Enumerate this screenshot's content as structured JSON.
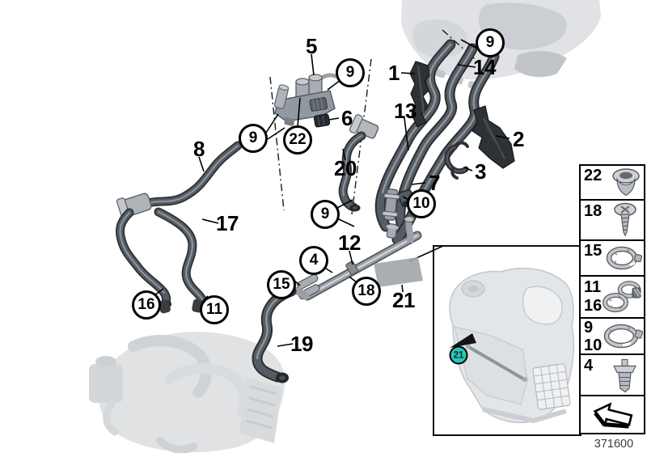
{
  "diagram_number": "371600",
  "colors": {
    "highlight_badge": "#2cc5b6",
    "hose_dark": "#565c63",
    "metal_gray": "#9ba1a7",
    "faded_illustration": "#d6d9dc"
  },
  "callouts": {
    "plain": {
      "1": "1",
      "2": "2",
      "3": "3",
      "5": "5",
      "6": "6",
      "7": "7",
      "8": "8",
      "12": "12",
      "13": "13",
      "14": "14",
      "17": "17",
      "19": "19",
      "20": "20",
      "21": "21"
    },
    "circled": {
      "4": "4",
      "9": "9",
      "10": "10",
      "11": "11",
      "15": "15",
      "16": "16",
      "18": "18",
      "22": "22"
    },
    "highlighted": {
      "21": "21"
    }
  },
  "legend": {
    "rows": [
      {
        "labels": [
          "22"
        ],
        "icon": "grommet-icon"
      },
      {
        "labels": [
          "18"
        ],
        "icon": "screw-rivet-icon"
      },
      {
        "labels": [
          "15"
        ],
        "icon": "hose-clamp-icon"
      },
      {
        "labels": [
          "11",
          "16"
        ],
        "icon": "hose-clamps-pair-icon"
      },
      {
        "labels": [
          "9",
          "10"
        ],
        "icon": "hose-clamp-large-icon"
      },
      {
        "labels": [
          "4"
        ],
        "icon": "expansion-rivet-icon"
      },
      {
        "labels": [],
        "icon": "direction-arrow-icon"
      }
    ]
  }
}
